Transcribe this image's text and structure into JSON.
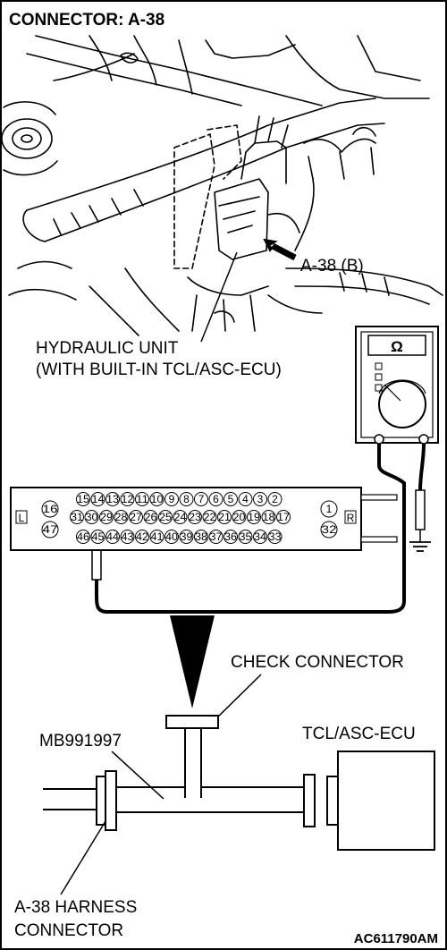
{
  "title": "CONNECTOR: A-38",
  "labels": {
    "connector_ref": "A-38 (B)",
    "hydraulic_line1": "HYDRAULIC UNIT",
    "hydraulic_line2": "(WITH BUILT-IN TCL/ASC-ECU)",
    "check_connector": "CHECK CONNECTOR",
    "tool": "MB991997",
    "ecu": "TCL/ASC-ECU",
    "harness_line1": "A-38 HARNESS",
    "harness_line2": "CONNECTOR",
    "figure_code": "AC611790AM"
  },
  "meter": {
    "symbol": "Ω"
  },
  "connector": {
    "side_left": "L",
    "side_right": "R",
    "left_pins": [
      "16",
      "47"
    ],
    "right_pins": [
      "1",
      "32"
    ],
    "row_top": [
      "15",
      "14",
      "13",
      "12",
      "11",
      "10",
      "9",
      "8",
      "7",
      "6",
      "5",
      "4",
      "3",
      "2"
    ],
    "row_mid": [
      "31",
      "30",
      "29",
      "28",
      "27",
      "26",
      "25",
      "24",
      "23",
      "22",
      "21",
      "20",
      "19",
      "18",
      "17"
    ],
    "row_bot": [
      "46",
      "45",
      "44",
      "43",
      "42",
      "41",
      "40",
      "39",
      "38",
      "37",
      "36",
      "35",
      "34",
      "33"
    ]
  }
}
